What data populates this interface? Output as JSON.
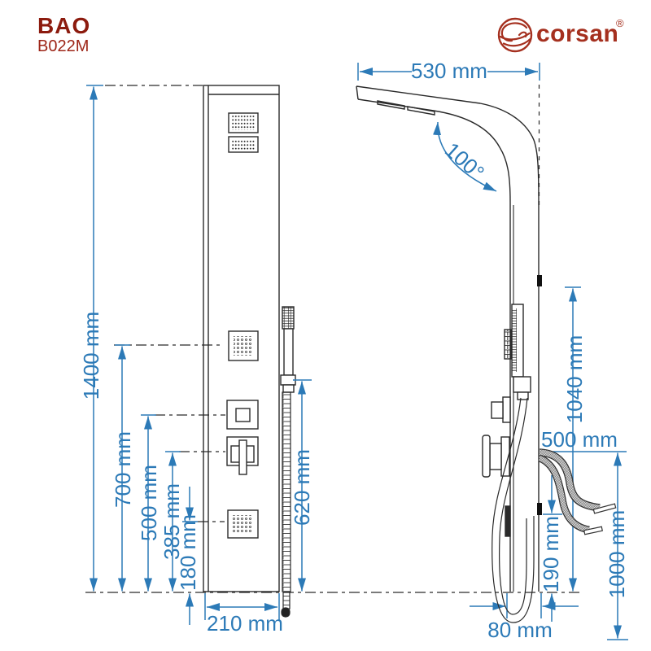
{
  "header": {
    "product_name": "BAO",
    "product_code": "B022M",
    "logo": {
      "text": "corsan",
      "registered_mark": "®",
      "icon": "wave-swirl-circle"
    }
  },
  "views": {
    "front": {
      "dimensions": {
        "total_height": "1400 mm",
        "upper_body_jet_height": "700 mm",
        "diverter_height": "500 mm",
        "mixer_height": "385 mm",
        "lower_body_jet_height": "180 mm",
        "hand_shower_height": "620 mm",
        "panel_width": "210 mm"
      }
    },
    "side": {
      "dimensions": {
        "head_reach": "530 mm",
        "head_angle": "100°",
        "wall_bracket_height": "1040 mm",
        "spout_length": "500 mm",
        "water_inlet_height": "190 mm",
        "spout_height": "1000 mm",
        "panel_depth": "80 mm"
      }
    }
  },
  "colors": {
    "dimension_blue": "#2c7ab7",
    "drawing_black": "#2a2a2a",
    "title_red": "#8c1b0e",
    "brand_red": "#a5301f",
    "background": "#ffffff"
  }
}
